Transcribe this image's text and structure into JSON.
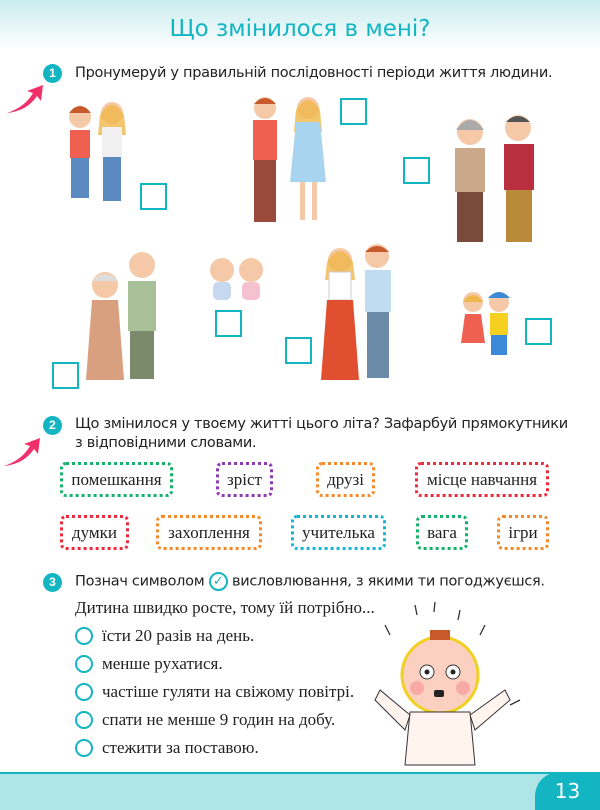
{
  "title": "Що змінилося в мені?",
  "tasks": [
    {
      "number": "1",
      "text": "Пронумеруй у правильній послідовності періоди життя людини."
    },
    {
      "number": "2",
      "text_line1": "Що змінилося у твоєму житті цього літа? Зафарбуй прямокутники",
      "text_line2": "з відповідними словами."
    },
    {
      "number": "3",
      "text_before": "Познач символом",
      "symbol": "✓",
      "text_after": "висловлювання, з якими ти погоджуєшся."
    }
  ],
  "words": [
    {
      "label": "помешкання",
      "color": "#17b26a"
    },
    {
      "label": "зріст",
      "color": "#8e3ab0"
    },
    {
      "label": "друзі",
      "color": "#f58a2a"
    },
    {
      "label": "місце навчання",
      "color": "#ee2a3a"
    },
    {
      "label": "думки",
      "color": "#ee2a3a"
    },
    {
      "label": "захоплення",
      "color": "#f58a2a"
    },
    {
      "label": "учителька",
      "color": "#13b5d3"
    },
    {
      "label": "вага",
      "color": "#17b26a"
    },
    {
      "label": "ігри",
      "color": "#f58a2a"
    }
  ],
  "statement": "Дитина швидко росте, тому їй потрібно...",
  "options": [
    "їсти 20 разів на день.",
    "менше рухатися.",
    "частіше гуляти на свіжому повітрі.",
    "спати не менше 9 годин на добу.",
    "стежити за поставою."
  ],
  "page_number": "13"
}
